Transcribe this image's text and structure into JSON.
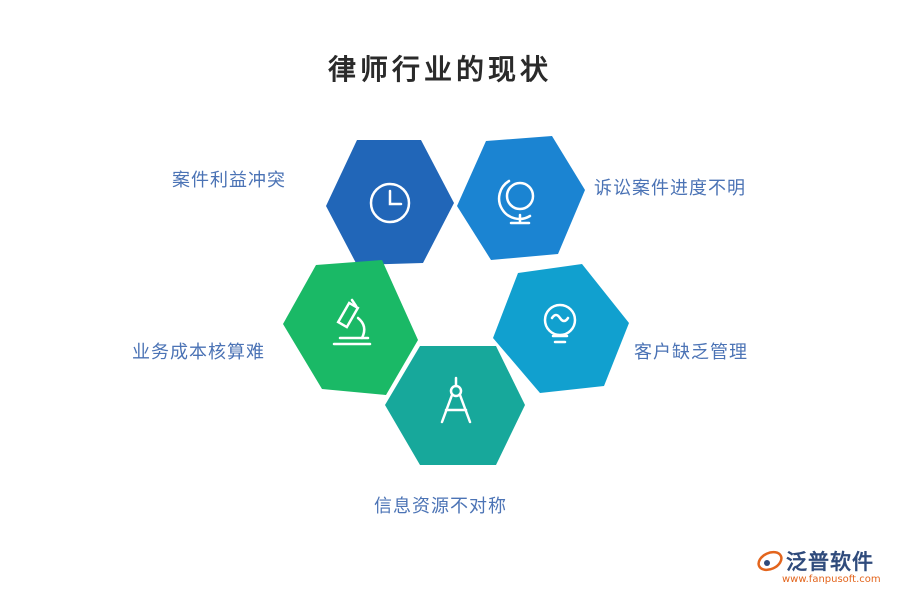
{
  "title": "律师行业的现状",
  "hexagons": [
    {
      "label": "案件利益冲突",
      "color": "#2166b8",
      "icon": "clock-icon"
    },
    {
      "label": "诉讼案件进度不明",
      "color": "#1b84d2",
      "icon": "globe-icon"
    },
    {
      "label": "客户缺乏管理",
      "color": "#11a0cf",
      "icon": "lightbulb-icon"
    },
    {
      "label": "信息资源不对称",
      "color": "#17a89b",
      "icon": "compass-icon"
    },
    {
      "label": "业务成本核算难",
      "color": "#1ab966",
      "icon": "microscope-icon"
    }
  ],
  "logo": {
    "text": "泛普软件",
    "url": "www.fanpusoft.com",
    "brand_color": "#2f4b7c",
    "accent_color": "#e3651d"
  }
}
